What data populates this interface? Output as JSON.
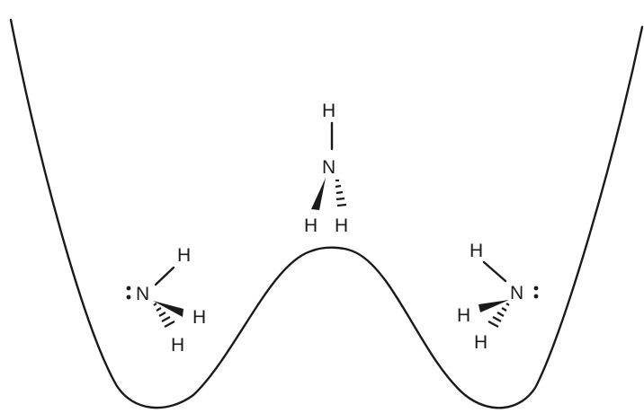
{
  "diagram": {
    "stroke_color": "#1a1a1a",
    "background_color": "#ffffff",
    "left_molecule": {
      "nitrogen": "N",
      "hydrogen_top": "H",
      "hydrogen_wedge": "H",
      "hydrogen_hash": "H"
    },
    "center_molecule": {
      "nitrogen": "N",
      "hydrogen_top": "H",
      "hydrogen_wedge": "H",
      "hydrogen_hash": "H"
    },
    "right_molecule": {
      "nitrogen": "N",
      "hydrogen_top": "H",
      "hydrogen_wedge": "H",
      "hydrogen_hash": "H"
    }
  }
}
